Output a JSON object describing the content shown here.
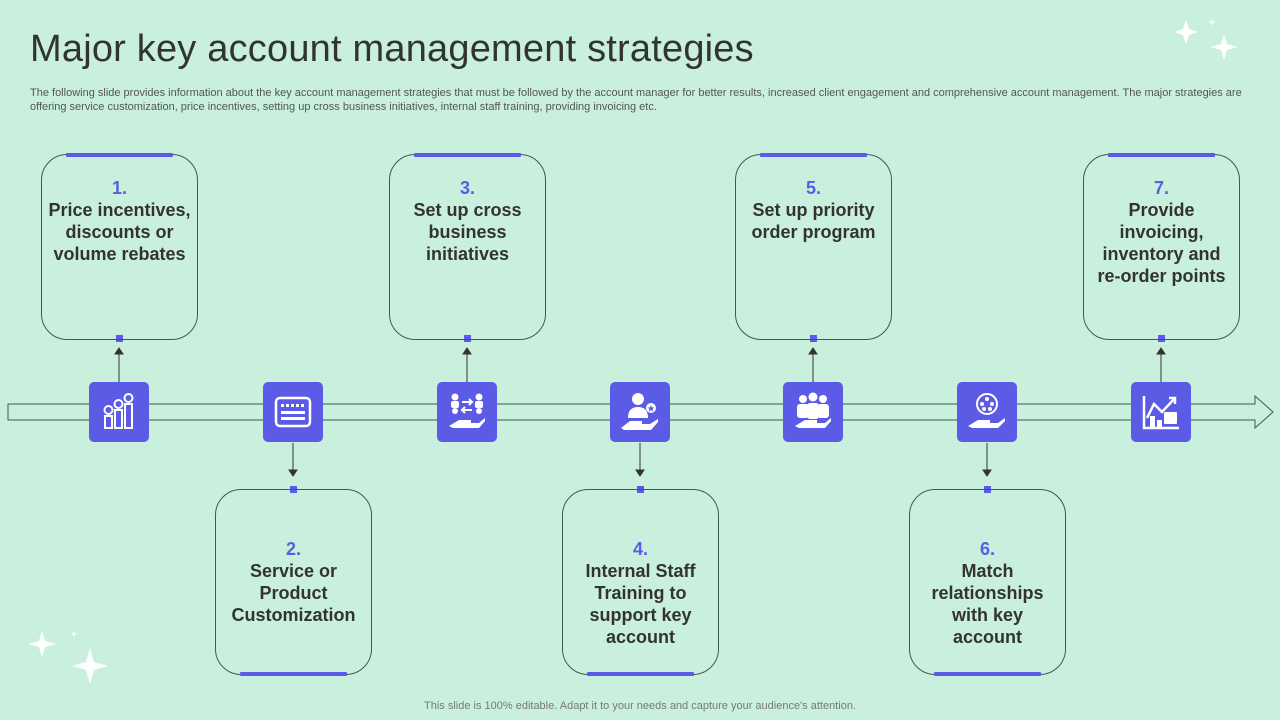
{
  "title": "Major key account management strategies",
  "subtitle": "The following slide provides information about the key account management strategies that must be followed by the account manager for better results, increased client engagement and comprehensive account management. The major strategies are offering service customization, price incentives, setting up cross business initiatives, internal staff training, providing invoicing etc.",
  "footer": "This slide is 100% editable. Adapt it to your needs and capture your audience's attention.",
  "colors": {
    "background": "#c9f0dd",
    "accent": "#5b5be6",
    "border": "#3f5a4c"
  },
  "steps": [
    {
      "num": "1.",
      "text": "Price incentives, discounts or volume rebates",
      "icon": "price-bars-icon"
    },
    {
      "num": "2.",
      "text": "Service or Product Customization",
      "icon": "browser-window-icon"
    },
    {
      "num": "3.",
      "text": "Set up cross business initiatives",
      "icon": "team-collaboration-icon"
    },
    {
      "num": "4.",
      "text": "Internal Staff Training to support key account",
      "icon": "staff-award-icon"
    },
    {
      "num": "5.",
      "text": "Set up priority order program",
      "icon": "group-hand-icon"
    },
    {
      "num": "6.",
      "text": "Match relationships with key account",
      "icon": "hand-network-icon"
    },
    {
      "num": "7.",
      "text": "Provide invoicing, inventory and re-order points",
      "icon": "growth-chart-icon"
    }
  ]
}
